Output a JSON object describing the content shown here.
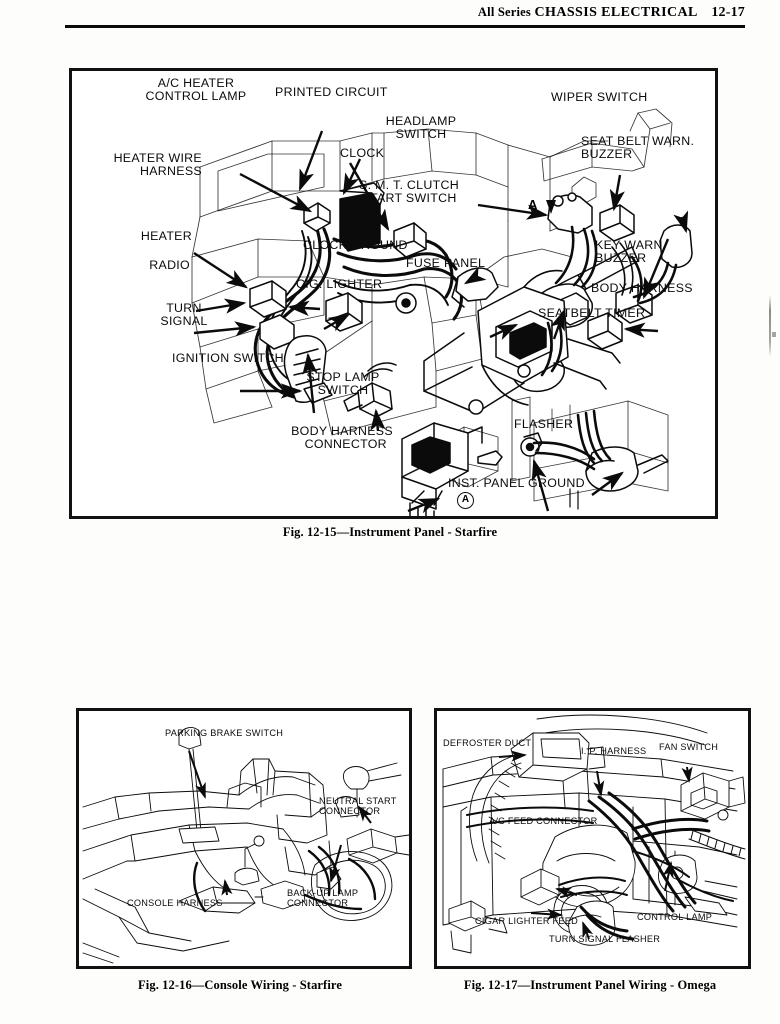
{
  "header": {
    "series": "All Series",
    "section_title": "CHASSIS ELECTRICAL",
    "page_number": "12-17"
  },
  "figures": [
    {
      "id": "fig-main",
      "caption": "Fig. 12-15—Instrument Panel - Starfire",
      "markers": [
        {
          "name": "a-arrow-marker",
          "text": "A"
        },
        {
          "name": "a-circle-marker",
          "text": "A"
        }
      ],
      "labels": [
        {
          "name": "label-ac-heater-control-lamp",
          "text": "A/C HEATER\nCONTROL LAMP"
        },
        {
          "name": "label-printed-circuit",
          "text": "PRINTED CIRCUIT"
        },
        {
          "name": "label-heater-wire-harness",
          "text": "HEATER WIRE\n  HARNESS"
        },
        {
          "name": "label-clock",
          "text": "CLOCK"
        },
        {
          "name": "label-heater",
          "text": "HEATER"
        },
        {
          "name": "label-radio",
          "text": "RADIO"
        },
        {
          "name": "label-clock-ground",
          "text": "CLOCK GROUND"
        },
        {
          "name": "label-cig-lighter",
          "text": "CIG. LIGHTER"
        },
        {
          "name": "label-turn-signal",
          "text": "TURN\nSIGNAL"
        },
        {
          "name": "label-ignition-switch",
          "text": "IGNITION SWITCH"
        },
        {
          "name": "label-stop-lamp-switch",
          "text": "STOP LAMP\nSWITCH"
        },
        {
          "name": "label-headlamp-switch",
          "text": "HEADLAMP\nSWITCH"
        },
        {
          "name": "label-wiper-switch",
          "text": "WIPER SWITCH"
        },
        {
          "name": "label-seat-belt-warn-buzzer",
          "text": "SEAT BELT WARN.\nBUZZER"
        },
        {
          "name": "label-smt-clutch-start-switch",
          "text": "S. M. T. CLUTCH\nSTART SWITCH"
        },
        {
          "name": "label-fuse-panel",
          "text": "FUSE PANEL"
        },
        {
          "name": "label-key-warn-buzzer",
          "text": "KEY WARN.\nBUZZER"
        },
        {
          "name": "label-body-harness",
          "text": "BODY HARNESS"
        },
        {
          "name": "label-seatbelt-timer",
          "text": "SEATBELT TIMER"
        },
        {
          "name": "label-body-harness-connector",
          "text": "BODY HARNESS\n  CONNECTOR"
        },
        {
          "name": "label-flasher",
          "text": "FLASHER"
        },
        {
          "name": "label-inst-panel-ground",
          "text": "INST. PANEL GROUND"
        }
      ]
    },
    {
      "id": "fig-left",
      "caption": "Fig. 12-16—Console Wiring - Starfire",
      "labels": [
        {
          "name": "label-parking-brake-switch",
          "text": "PARKING BRAKE SWITCH"
        },
        {
          "name": "label-neutral-start-connector",
          "text": "NEUTRAL START\nCONNECTOR"
        },
        {
          "name": "label-console-harness",
          "text": "CONSOLE HARNESS"
        },
        {
          "name": "label-back-up-lamp-connector",
          "text": "BACK-UP LAMP\nCONNECTOR"
        }
      ]
    },
    {
      "id": "fig-right",
      "caption": "Fig. 12-17—Instrument Panel Wiring - Omega",
      "labels": [
        {
          "name": "label-defroster-duct",
          "text": "DEFROSTER DUCT"
        },
        {
          "name": "label-ip-harness",
          "text": "I. P. HARNESS"
        },
        {
          "name": "label-fan-switch",
          "text": "FAN SWITCH"
        },
        {
          "name": "label-ac-feed-connector",
          "text": "A/C FEED CONNECTOR"
        },
        {
          "name": "label-cigar-lighter-feed",
          "text": "CIGAR LIGHTER FEED"
        },
        {
          "name": "label-turn-signal-flasher",
          "text": "TURN SIGNAL FLASHER"
        },
        {
          "name": "label-control-lamp",
          "text": "CONTROL LAMP"
        }
      ]
    }
  ],
  "colors": {
    "ink": "#0b0b0b",
    "paper": "#fdfdfc",
    "rule": "#0a0a0a"
  }
}
